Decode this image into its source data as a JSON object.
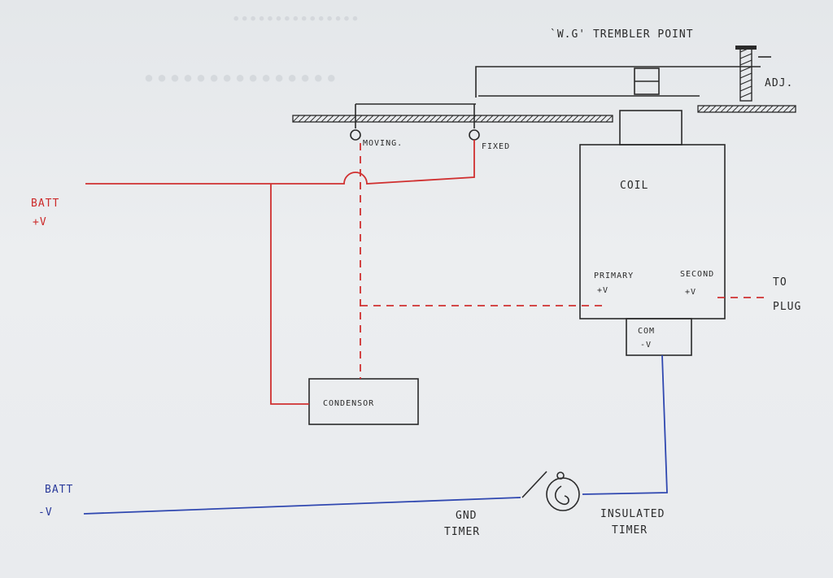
{
  "background_ghost": {
    "line1": "...............",
    "line2": "..............."
  },
  "labels": {
    "trembler_title": "`W.G' TREMBLER POINT",
    "adj": "ADJ.",
    "moving": "MOVING.",
    "fixed": "FIXED",
    "coil": "COIL",
    "primary": "PRIMARY",
    "primary_sign": "+V",
    "second": "SECOND",
    "second_sign": "+V",
    "com": "COM",
    "com_sign": "-V",
    "to": "TO",
    "plug": "PLUG",
    "batt_pos_1": "BATT",
    "batt_pos_2": "+V",
    "condensor": "CONDENSOR",
    "batt_neg_1": "BATT",
    "batt_neg_2": "-V",
    "gnd_1": "GND",
    "gnd_2": "TIMER",
    "insulated_1": "INSULATED",
    "insulated_2": "TIMER"
  },
  "colors": {
    "ink": "#2a2a2a",
    "positive_wire": "#d03030",
    "negative_wire": "#3048b0",
    "paper": "#e8ebee"
  }
}
